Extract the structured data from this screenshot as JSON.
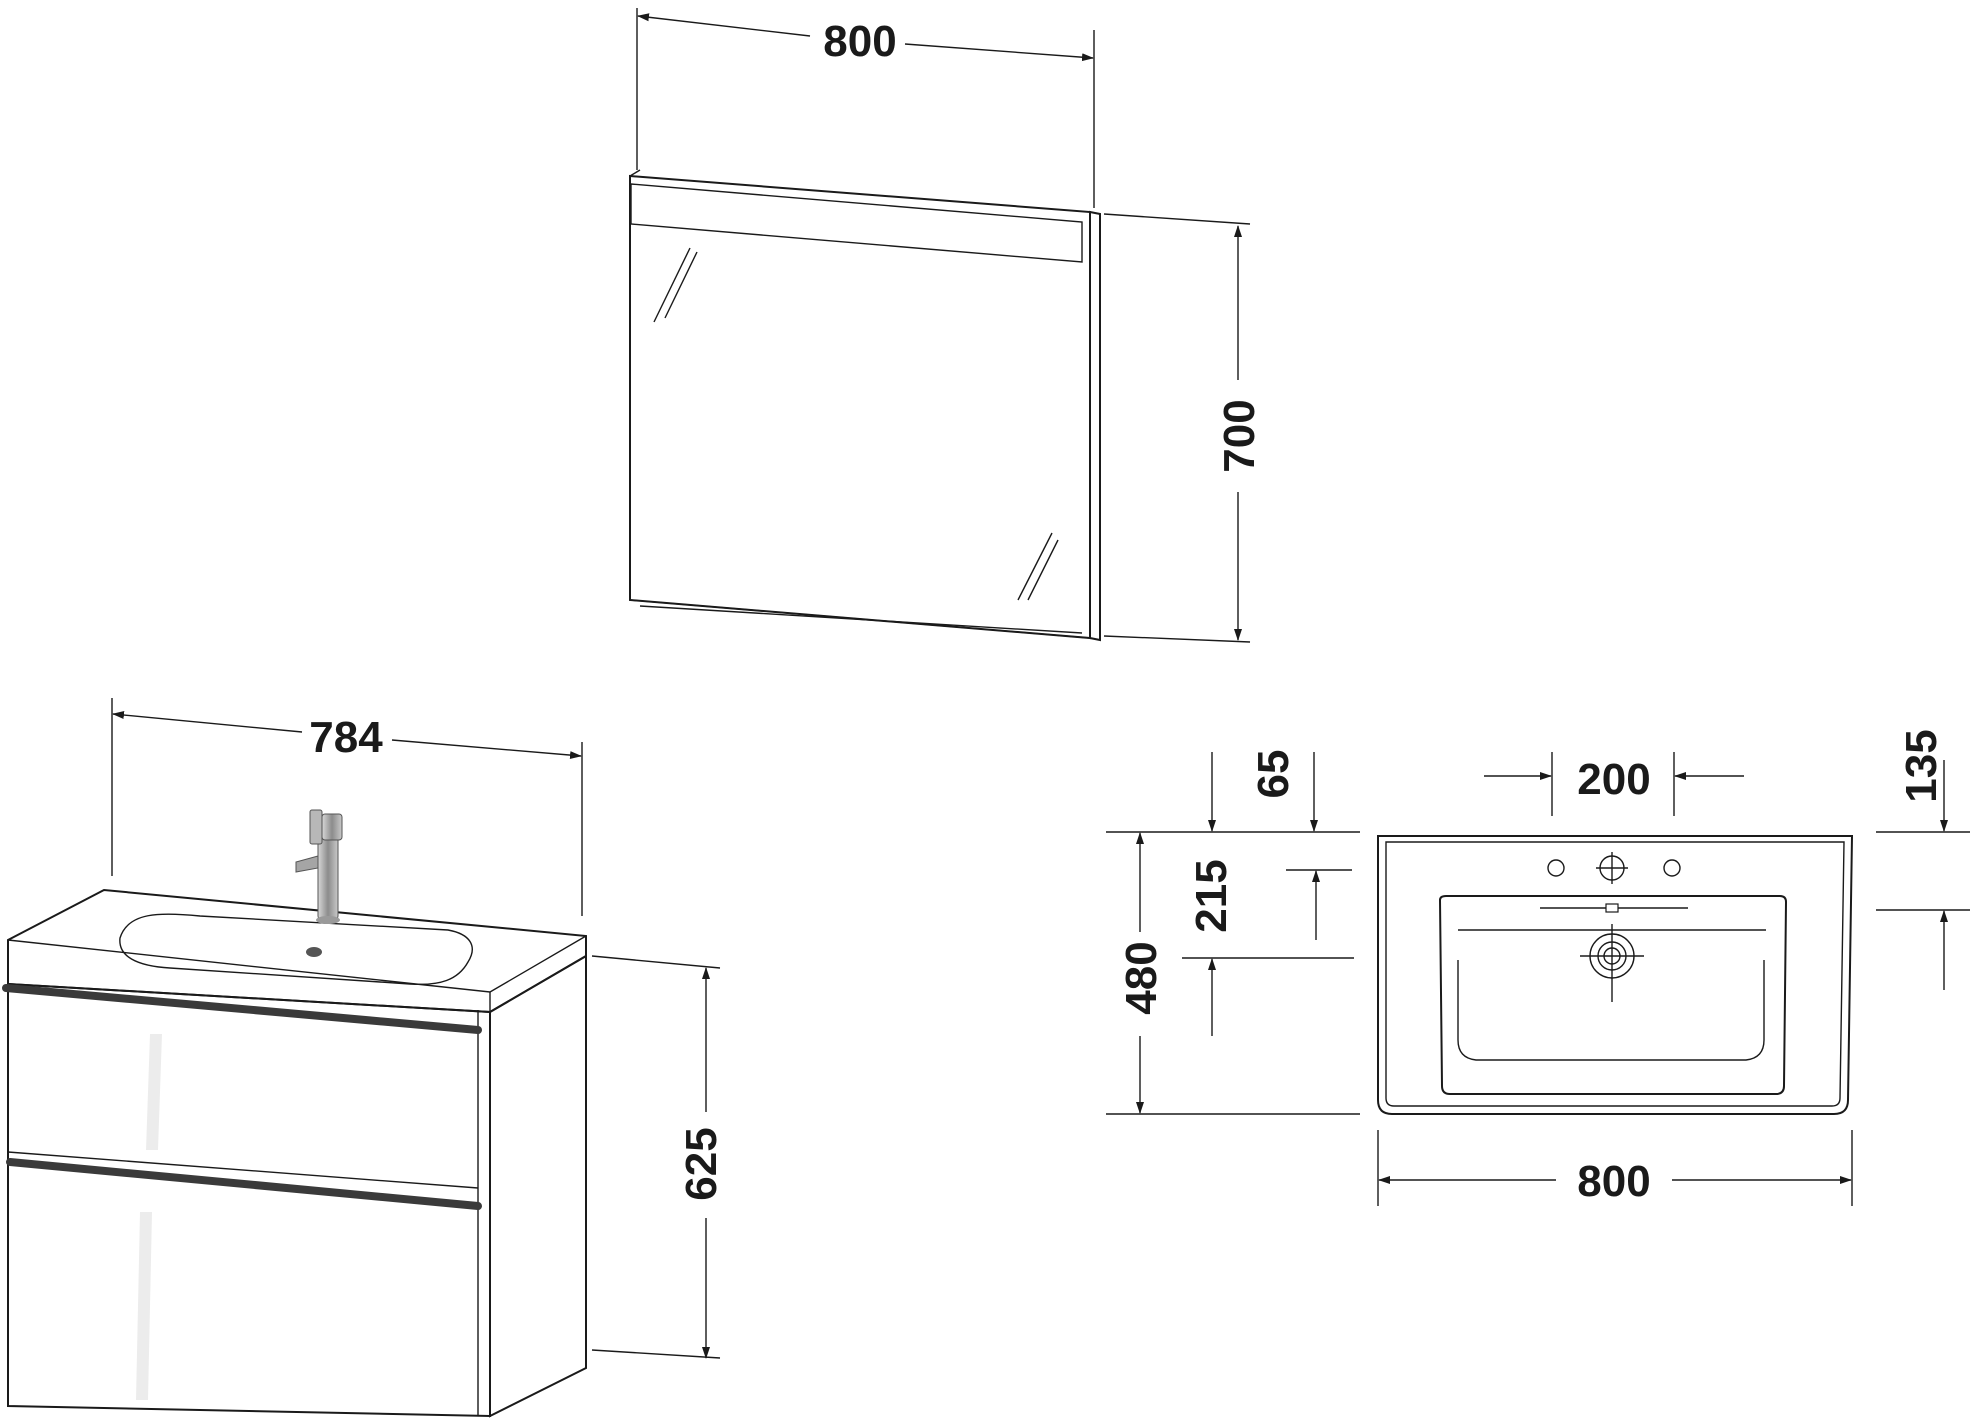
{
  "dimensions": {
    "mirror_width": "800",
    "mirror_height": "700",
    "vanity_width": "784",
    "vanity_height": "625",
    "basin_width": "800",
    "basin_depth": "480",
    "tap_hole_spacing": "200",
    "front_offset_65": "65",
    "tap_to_bowl_215": "215",
    "rim_offset_135": "135"
  },
  "colors": {
    "line": "#1a1a1a",
    "cabinet_fill": "#ffffff",
    "handle": "#3a3a3a",
    "faucet": "#9a9a9a"
  }
}
